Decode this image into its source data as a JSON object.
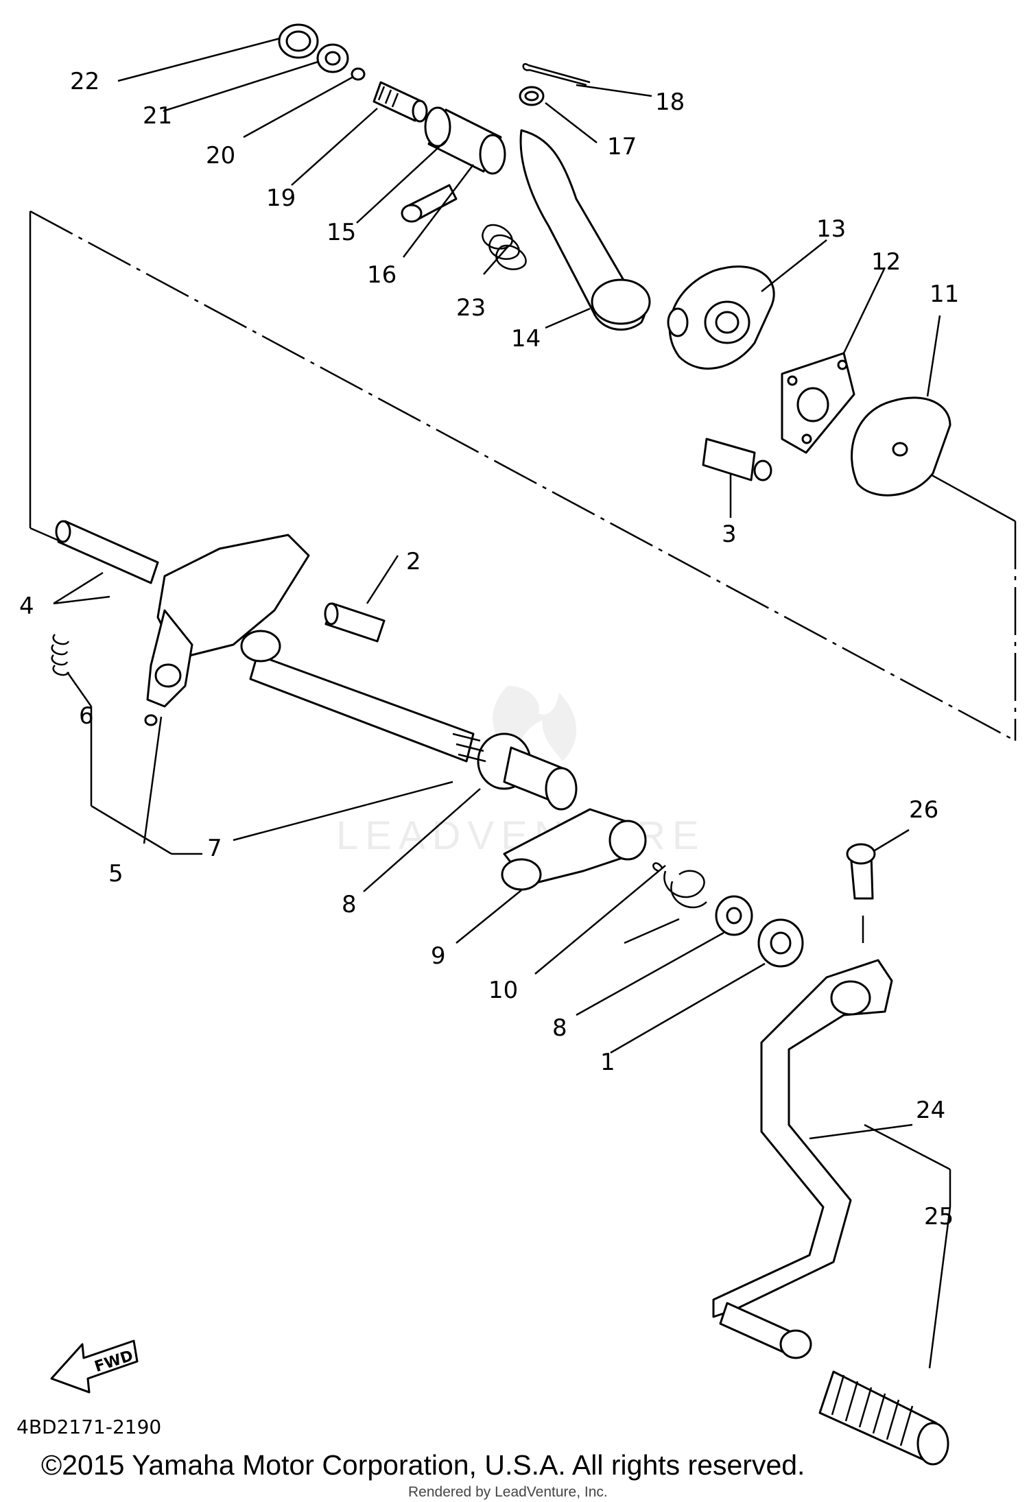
{
  "callouts": [
    {
      "id": "1",
      "text": "1"
    },
    {
      "id": "2",
      "text": "2"
    },
    {
      "id": "3",
      "text": "3"
    },
    {
      "id": "4",
      "text": "4"
    },
    {
      "id": "5",
      "text": "5"
    },
    {
      "id": "6",
      "text": "6"
    },
    {
      "id": "7",
      "text": "7"
    },
    {
      "id": "8a",
      "text": "8"
    },
    {
      "id": "8b",
      "text": "8"
    },
    {
      "id": "9",
      "text": "9"
    },
    {
      "id": "10",
      "text": "10"
    },
    {
      "id": "11",
      "text": "11"
    },
    {
      "id": "12",
      "text": "12"
    },
    {
      "id": "13",
      "text": "13"
    },
    {
      "id": "14",
      "text": "14"
    },
    {
      "id": "15",
      "text": "15"
    },
    {
      "id": "16",
      "text": "16"
    },
    {
      "id": "17",
      "text": "17"
    },
    {
      "id": "18",
      "text": "18"
    },
    {
      "id": "19",
      "text": "19"
    },
    {
      "id": "20",
      "text": "20"
    },
    {
      "id": "21",
      "text": "21"
    },
    {
      "id": "22",
      "text": "22"
    },
    {
      "id": "23",
      "text": "23"
    },
    {
      "id": "24",
      "text": "24"
    },
    {
      "id": "25",
      "text": "25"
    },
    {
      "id": "26",
      "text": "26"
    }
  ],
  "fwd_label": "FWD",
  "diagram_code": "4BD2171-2190",
  "copyright": "©2015 Yamaha Motor Corporation, U.S.A. All rights reserved.",
  "rendered_by": "Rendered by LeadVenture, Inc.",
  "watermark": "LEADVENTURE"
}
